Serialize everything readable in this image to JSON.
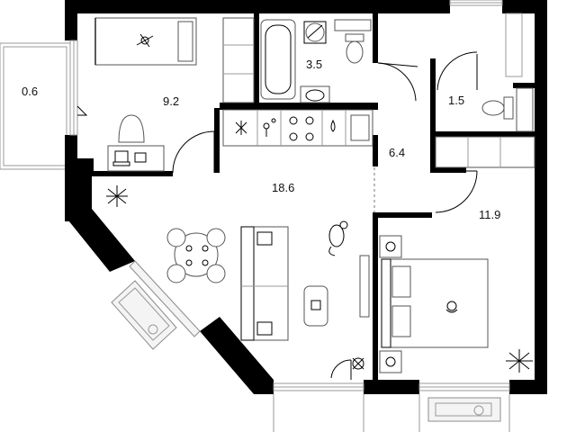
{
  "plan": {
    "areas": {
      "balcony": "0.6",
      "bedroom_small": "9.2",
      "bathroom": "3.5",
      "wc": "1.5",
      "hallway": "6.4",
      "living_kitchen": "18.6",
      "bedroom_main": "11.9"
    }
  }
}
